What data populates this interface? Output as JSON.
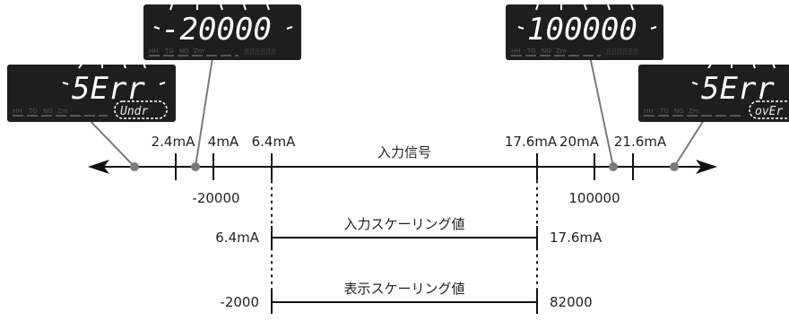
{
  "main_axis": {
    "title": "入力信号",
    "ticks_above": [
      "2.4mA",
      "4mA",
      "6.4mA",
      "17.6mA",
      "20mA",
      "21.6mA"
    ],
    "ticks_below": [
      "-20000",
      "100000"
    ]
  },
  "displays": {
    "under_error": {
      "main": "5Err",
      "sub": "Undr",
      "indicators": [
        "HH",
        "TG",
        "NG",
        "Zm",
        "",
        ""
      ]
    },
    "min_value": {
      "main": "-20000",
      "sub": "888888",
      "indicators": [
        "HH",
        "TG",
        "NG",
        "Zm",
        "",
        ""
      ]
    },
    "max_value": {
      "main": "100000",
      "sub": "888888",
      "indicators": [
        "HH",
        "TG",
        "NG",
        "Zm",
        "",
        ""
      ]
    },
    "over_error": {
      "main": "5Err",
      "sub": "ovEr",
      "indicators": [
        "HH",
        "TG",
        "NG",
        "Zm",
        "",
        ""
      ]
    }
  },
  "input_scaling": {
    "title": "入力スケーリング値",
    "left": "6.4mA",
    "right": "17.6mA"
  },
  "display_scaling": {
    "title": "表示スケーリング値",
    "left": "-2000",
    "right": "82000"
  },
  "colors": {
    "panel": "#1e1e1e",
    "line": "#111111",
    "leader": "#7a7a7a"
  }
}
